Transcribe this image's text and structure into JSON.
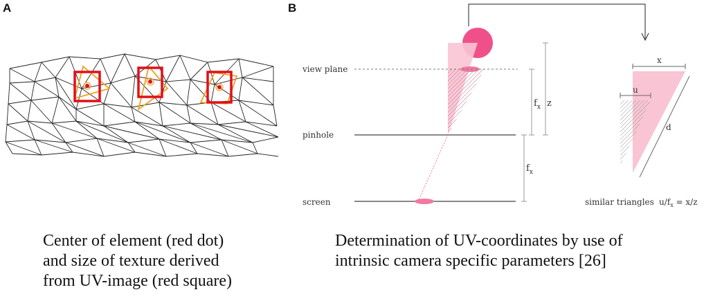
{
  "panel_a": {
    "letter": "A",
    "caption_lines": [
      "Center of element (red dot)",
      "and size of texture derived",
      "from UV-image (red square)"
    ]
  },
  "panel_b": {
    "letter": "B",
    "caption_lines": [
      "Determination of UV-coordinates by use of",
      "intrinsic camera specific parameters [26]"
    ],
    "labels": {
      "view_plane": "view plane",
      "pinhole": "pinhole",
      "screen": "screen",
      "fx_top": "f",
      "fx_top_sub": "x",
      "z": "z",
      "fx_bottom": "f",
      "fx_bottom_sub": "x",
      "x": "x",
      "u": "u",
      "d": "d",
      "similar_triangles": "similar triangles",
      "equation": "u/f",
      "equation_sub": "x",
      "equation_rest": " = x/z"
    }
  },
  "colors": {
    "pink": "#f07aa0",
    "pink_light": "#f9c4d4",
    "red": "#e0101a",
    "orange": "#f0a020",
    "gray": "#888888"
  }
}
